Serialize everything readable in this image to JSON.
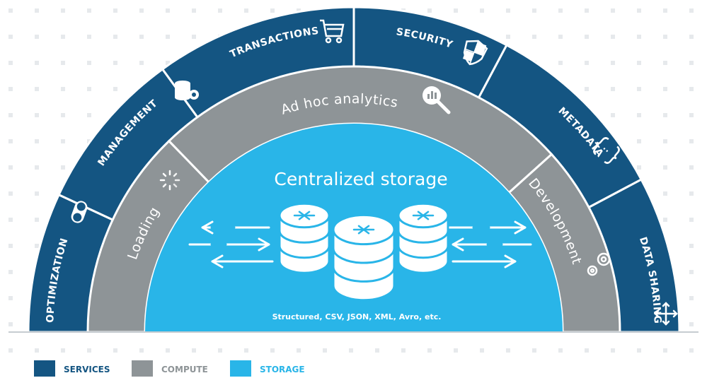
{
  "colors": {
    "services": "#145582",
    "compute": "#8e9497",
    "storage": "#29b5e8",
    "white": "#ffffff",
    "baseline": "#c6ccd1",
    "dots": "#e6e9ec"
  },
  "services": [
    "OPTIMIZATION",
    "MANAGEMENT",
    "TRANSACTIONS",
    "SECURITY",
    "METADATA",
    "DATA SHARING"
  ],
  "service_icons": [
    "toggle-icon",
    "database-gear-icon",
    "shopping-cart-icon",
    "shield-icon",
    "code-braces-icon",
    "move-arrows-icon"
  ],
  "compute": [
    "Loading",
    "Ad hoc analytics",
    "Development"
  ],
  "compute_icons": [
    "loading-spinner-icon",
    "magnifier-chart-icon",
    "gears-icon"
  ],
  "storage": {
    "title": "Centralized storage",
    "formats": "Structured, CSV, JSON, XML, Avro, etc.",
    "icons": [
      "snowflake-database-icon",
      "data-flow-arrows-icon"
    ]
  },
  "legend": [
    {
      "label": "SERVICES",
      "color": "#145582",
      "text_color": "#145582"
    },
    {
      "label": "COMPUTE",
      "color": "#8e9497",
      "text_color": "#8e9497"
    },
    {
      "label": "STORAGE",
      "color": "#29b5e8",
      "text_color": "#29b5e8"
    }
  ]
}
